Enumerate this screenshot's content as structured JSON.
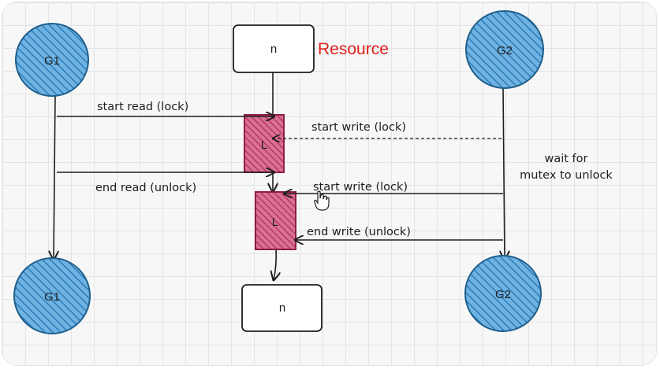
{
  "diagram": {
    "resource_label": "Resource",
    "nodes": {
      "g1_top": "G1",
      "g1_bottom": "G1",
      "g2_top": "G2",
      "g2_bottom": "G2",
      "n_top": "n",
      "n_bottom": "n",
      "lock_1": "L",
      "lock_2": "L"
    },
    "messages": {
      "start_read": "start read (lock)",
      "end_read": "end read (unlock)",
      "start_write_waiting": "start write (lock)",
      "start_write": "start write (lock)",
      "end_write": "end write (unlock)"
    },
    "note": {
      "line1": "wait for",
      "line2": "mutex to unlock"
    }
  },
  "colors": {
    "goroutine_fill": "#4a9bd4",
    "goroutine_stroke": "#1f5f8b",
    "lock_fill": "#c2456b",
    "lock_stroke": "#8e1e45",
    "resource_text": "#e0211b"
  }
}
